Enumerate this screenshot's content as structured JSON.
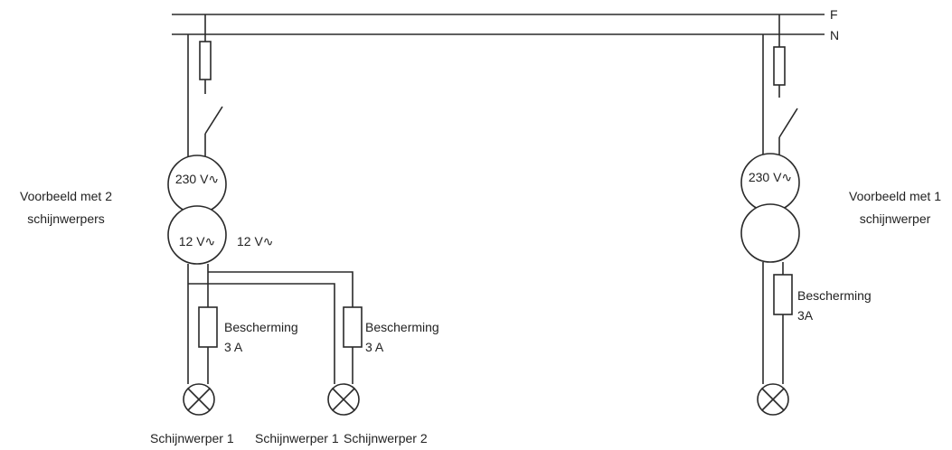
{
  "bus": {
    "phase_label": "F",
    "neutral_label": "N"
  },
  "left_example": {
    "title_line1": "Voorbeeld met 2",
    "title_line2": "schijnwerpers",
    "primary_voltage": "230 V∿",
    "secondary_voltage": "12 V∿",
    "secondary_output_label": "12 V∿",
    "protection_1_line1": "Bescherming",
    "protection_1_line2": "3 A",
    "protection_2_line1": "Bescherming",
    "protection_2_line2": "3 A",
    "lamp_label_1": "Schijnwerper 1",
    "lamp_label_2": "Schijnwerper 1",
    "lamp_label_3": "Schijnwerper 2"
  },
  "right_example": {
    "title_line1": "Voorbeeld met 1",
    "title_line2": "schijnwerper",
    "primary_voltage": "230 V∿",
    "protection_line1": "Bescherming",
    "protection_line2": "3A"
  }
}
